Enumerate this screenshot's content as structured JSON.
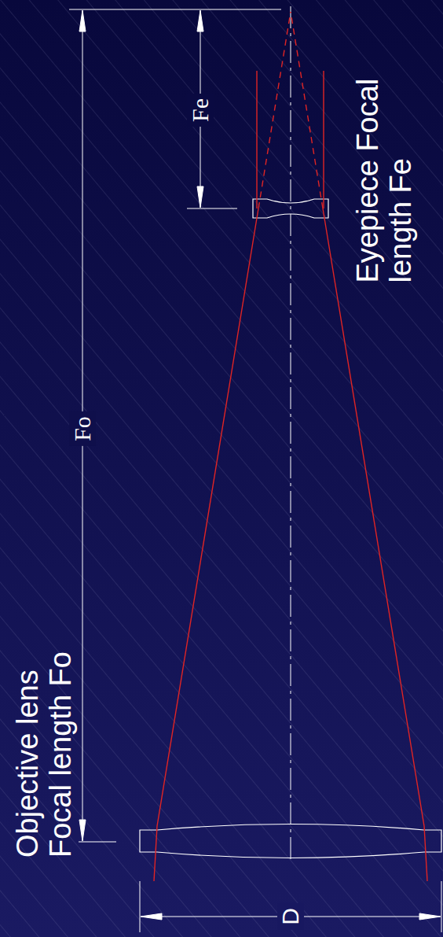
{
  "diagram": {
    "labels": [
      "Objective lens Focal length Fo",
      "Eyepiece Focal length Fe",
      "Fo",
      "Fe",
      "D"
    ]
  }
}
